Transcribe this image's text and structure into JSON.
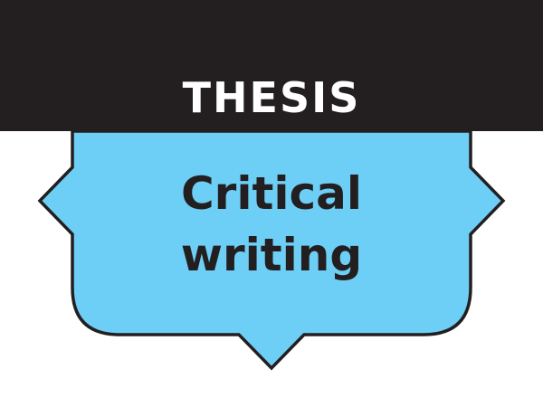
{
  "header": {
    "label": "THESIS"
  },
  "badge": {
    "line1": "Critical",
    "line2": "writing"
  },
  "colors": {
    "banner_background": "#231f20",
    "banner_text": "#ffffff",
    "badge_fill": "#6dcff6",
    "badge_outline": "#231f20",
    "badge_text": "#231f20",
    "page_background": "#ffffff"
  }
}
